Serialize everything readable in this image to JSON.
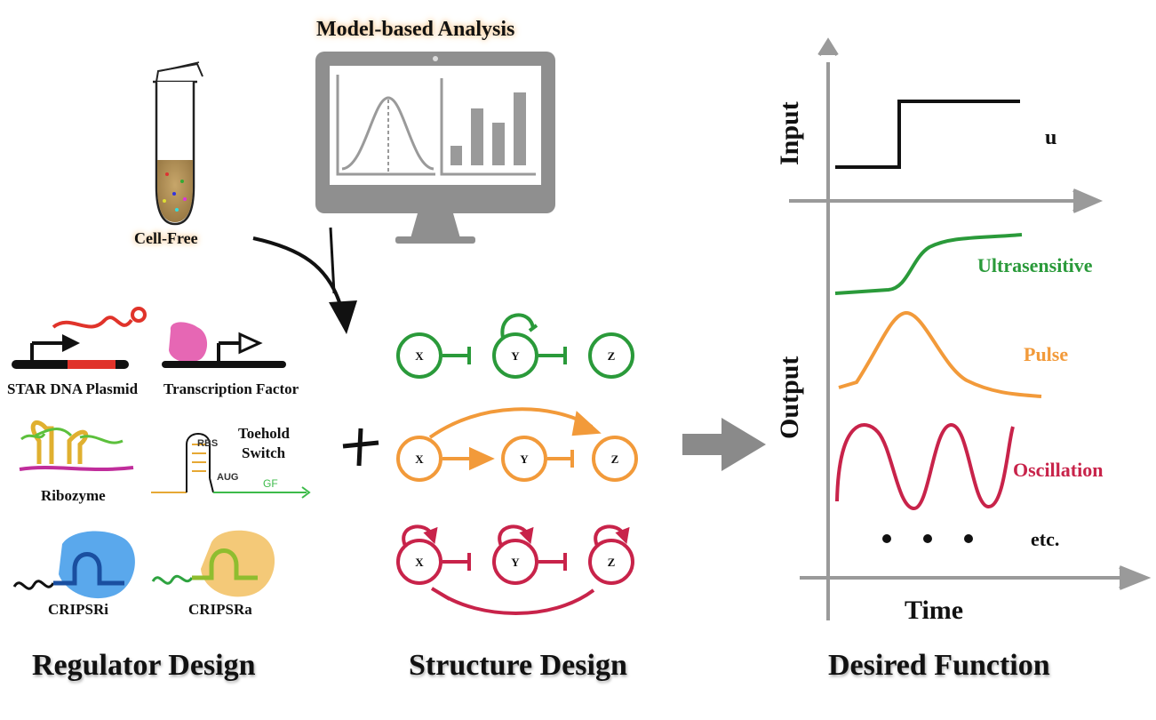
{
  "sections": {
    "regulator": "Regulator Design",
    "structure": "Structure Design",
    "function": "Desired Function"
  },
  "top": {
    "model_analysis": "Model-based Analysis",
    "cell_free": "Cell-Free"
  },
  "regulators": {
    "star": "STAR DNA Plasmid",
    "tf": "Transcription  Factor",
    "ribozyme": "Ribozyme",
    "toehold_line1": "Toehold",
    "toehold_line2": "Switch",
    "rbs": "RBS",
    "aug": "AUG",
    "gfp": "GF",
    "crispri": "CRIPSRi",
    "crispra": "CRIPSRa"
  },
  "structure_nodes": {
    "x": "X",
    "y": "Y",
    "z": "Z",
    "plus": "+"
  },
  "function_plot": {
    "input_label": "Input",
    "output_label": "Output",
    "time_label": "Time",
    "u_label": "u",
    "curves": {
      "ultrasensitive": "Ultrasensitive",
      "pulse": "Pulse",
      "oscillation": "Oscillation"
    },
    "etc": "etc."
  },
  "colors": {
    "green": "#2a9a3a",
    "orange": "#f29a3a",
    "red": "#c8234a",
    "gray": "#8c8c8c"
  }
}
